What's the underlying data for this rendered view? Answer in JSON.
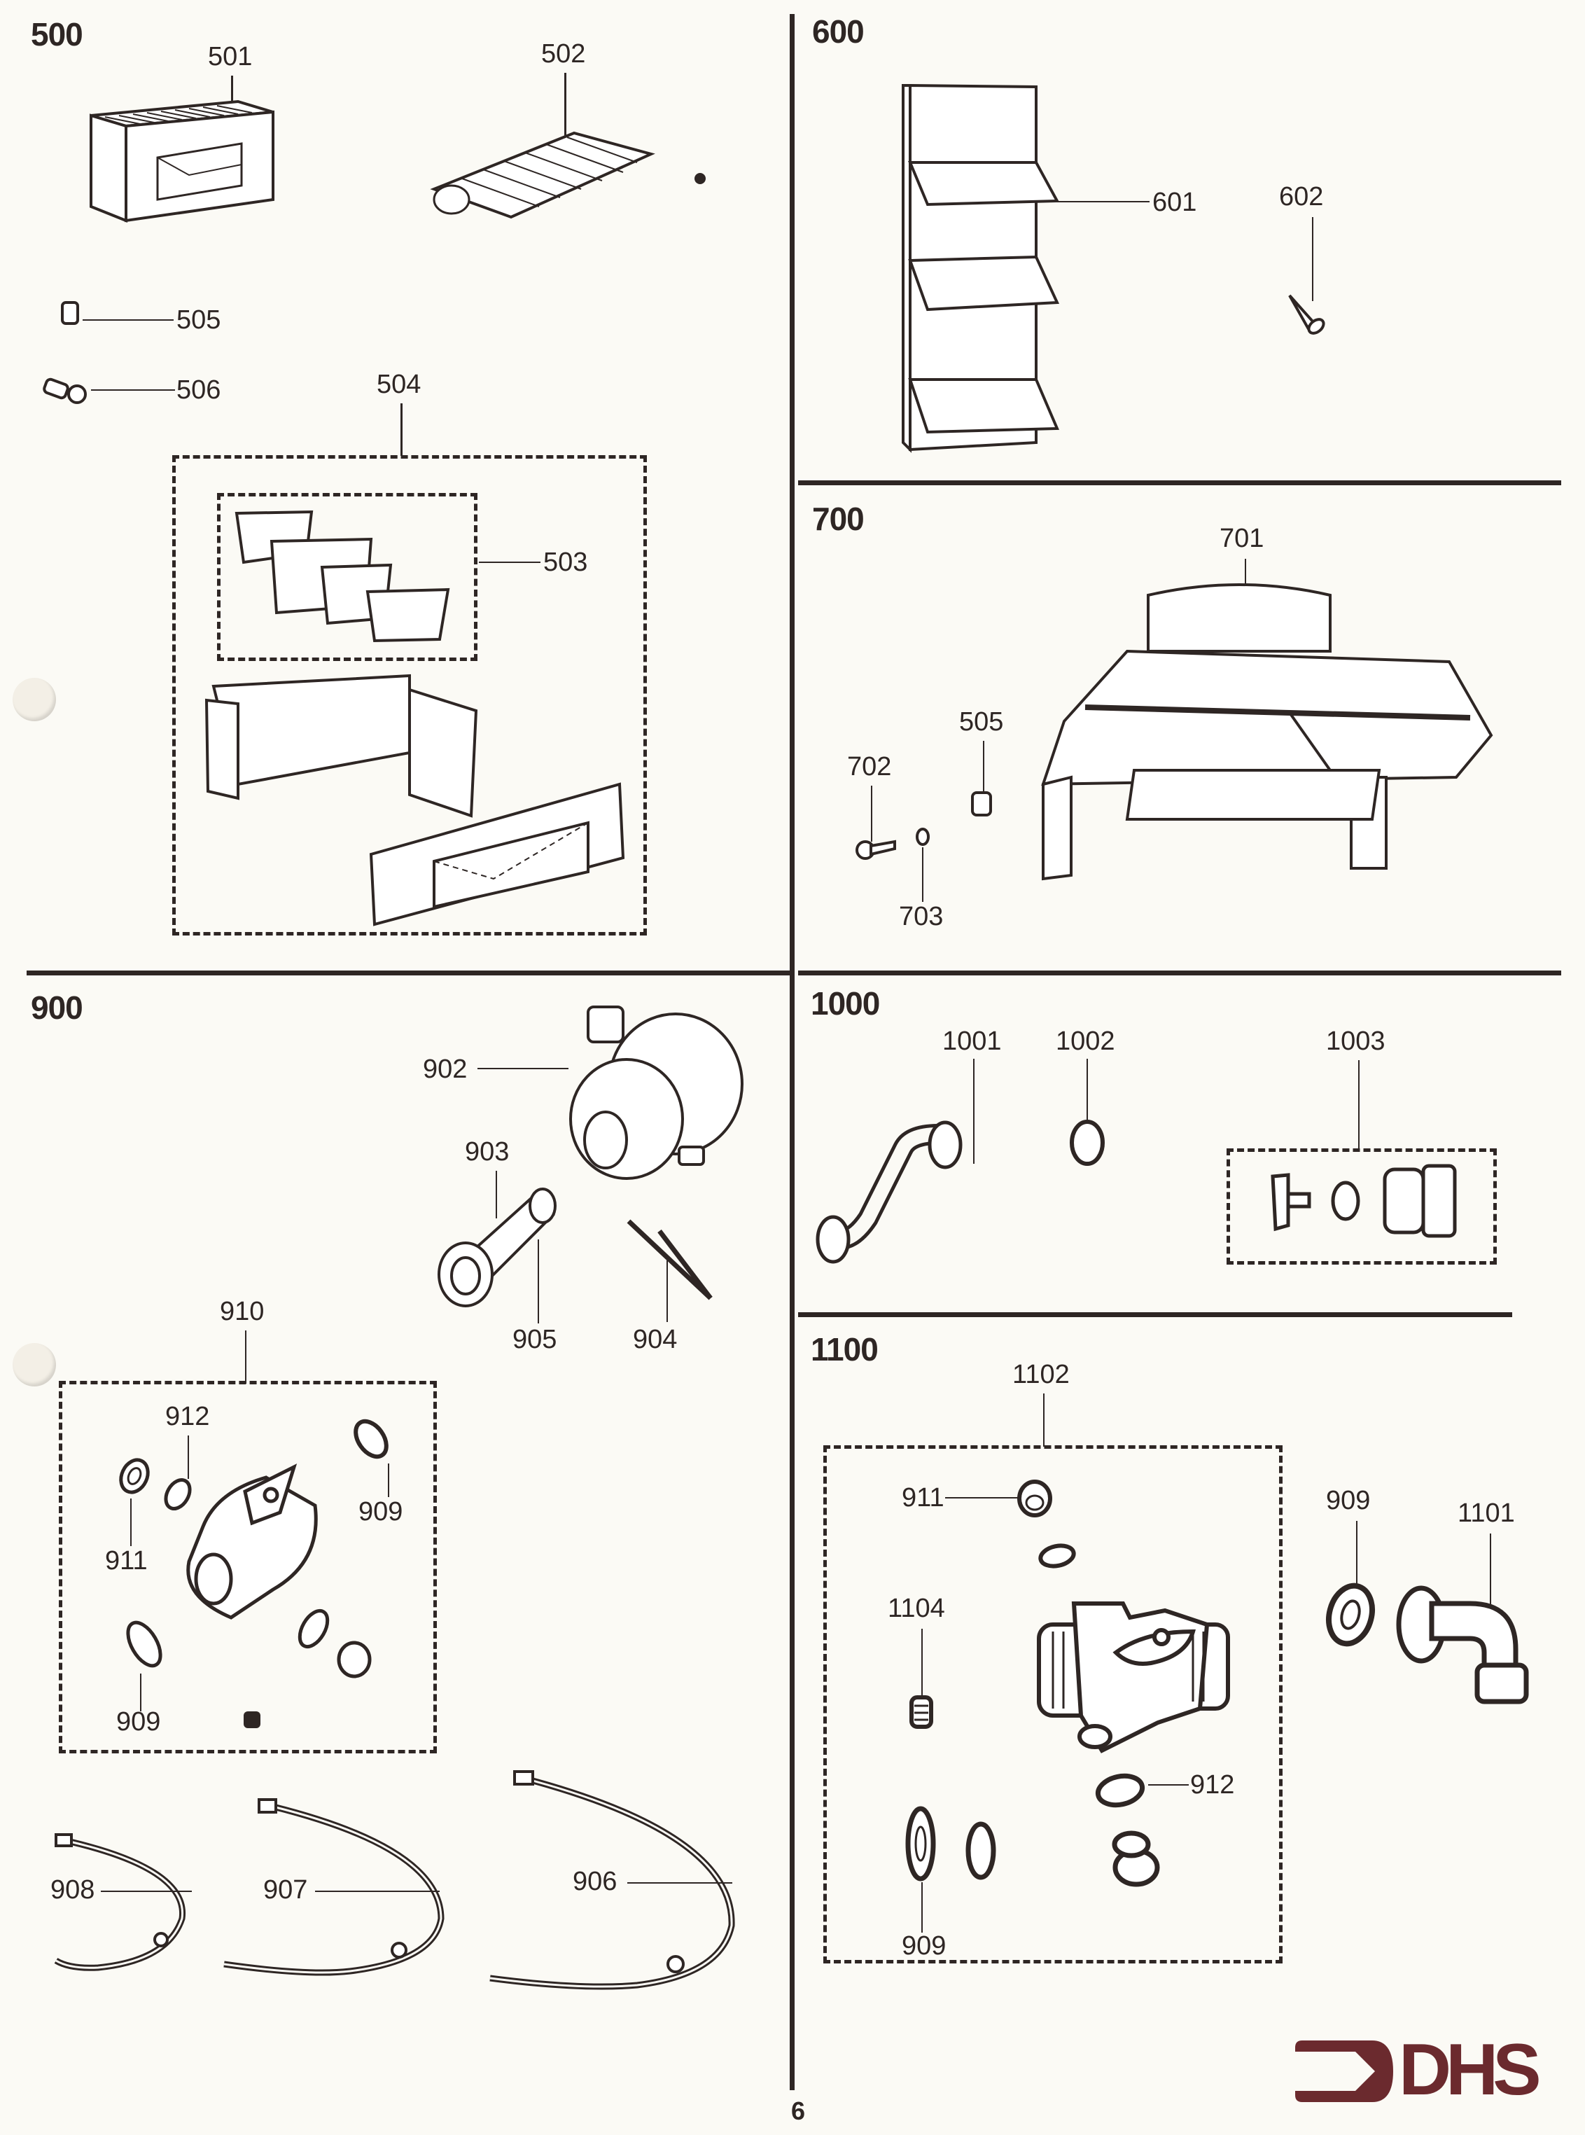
{
  "page": {
    "page_number": "6",
    "brand": {
      "name": "DHS",
      "color": "#6b2a2e"
    }
  },
  "sections": {
    "s500": {
      "title": "500",
      "labels": {
        "p501": "501",
        "p502": "502",
        "p503": "503",
        "p504": "504",
        "p505": "505",
        "p506": "506"
      }
    },
    "s600": {
      "title": "600",
      "labels": {
        "p601": "601",
        "p602": "602"
      }
    },
    "s700": {
      "title": "700",
      "labels": {
        "p701": "701",
        "p702": "702",
        "p703": "703",
        "p505": "505"
      }
    },
    "s900": {
      "title": "900",
      "labels": {
        "p902": "902",
        "p903": "903",
        "p904": "904",
        "p905": "905",
        "p906": "906",
        "p907": "907",
        "p908": "908",
        "p910": "910",
        "p911": "911",
        "p912": "912",
        "p909a": "909",
        "p909b": "909"
      }
    },
    "s1000": {
      "title": "1000",
      "labels": {
        "p1001": "1001",
        "p1002": "1002",
        "p1003": "1003"
      }
    },
    "s1100": {
      "title": "1100",
      "labels": {
        "p1101": "1101",
        "p1102": "1102",
        "p1104": "1104",
        "p911": "911",
        "p912": "912",
        "p909a": "909",
        "p909b": "909"
      }
    }
  }
}
